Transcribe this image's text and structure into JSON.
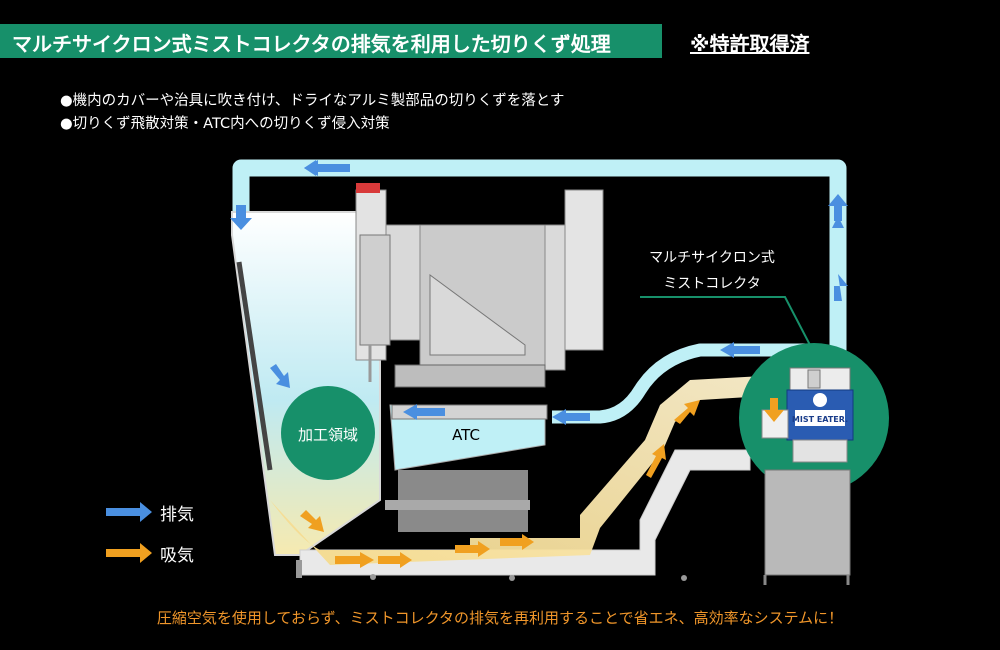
{
  "header": {
    "title": "マルチサイクロン式ミストコレクタの排気を利用した切りくず処理",
    "patent": "※特許取得済"
  },
  "bullets": [
    "●機内のカバーや治具に吹き付け、ドライなアルミ製部品の切りくずを落とす",
    "●切りくず飛散対策・ATC内への切りくず侵入対策"
  ],
  "diagram": {
    "collector_label_line1": "マルチサイクロン式",
    "collector_label_line2": "ミストコレクタ",
    "machining_area": "加工領域",
    "atc": "ATC",
    "product_brand": "MIST EATER."
  },
  "legend": {
    "exhaust": "排気",
    "intake": "吸気",
    "exhaust_color": "#4a8fe0",
    "intake_color": "#f0a020"
  },
  "footer": "圧縮空気を使用しておらず、ミストコレクタの排気を再利用することで省エネ、高効率なシステムに！"
}
